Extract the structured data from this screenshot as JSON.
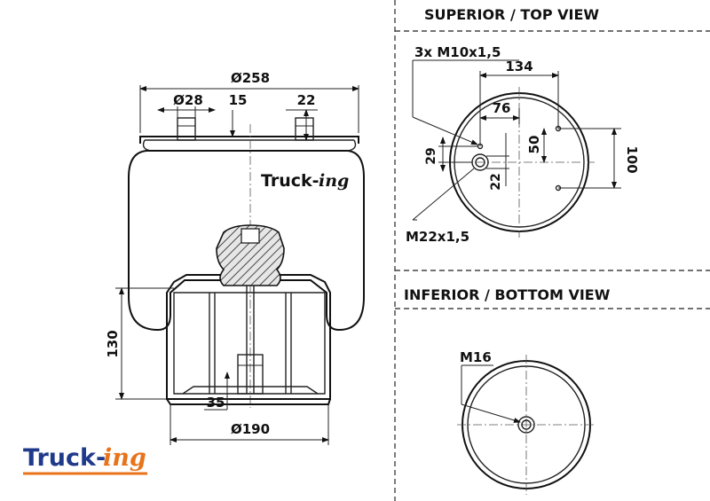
{
  "views": {
    "top_title": "SUPERIOR / TOP VIEW",
    "bottom_title": "INFERIOR / BOTTOM VIEW"
  },
  "side_view": {
    "dim_outer_dia": "Ø258",
    "dim_stud_dia": "Ø28",
    "dim_offset": "15",
    "dim_stud_height": "22",
    "dim_height": "130",
    "dim_base_dia": "Ø190",
    "dim_insert": "35"
  },
  "top_view": {
    "thread_label": "3x M10x1,5",
    "dim_134": "134",
    "dim_76": "76",
    "dim_50": "50",
    "dim_29": "29",
    "dim_22": "22",
    "dim_100": "100",
    "center_thread": "M22x1,5"
  },
  "bottom_view": {
    "thread_label": "M16"
  },
  "brand": {
    "name_main": "Truck-",
    "name_ital": "ing",
    "color_blue": "#1f3a8a",
    "color_orange": "#e8731a"
  }
}
